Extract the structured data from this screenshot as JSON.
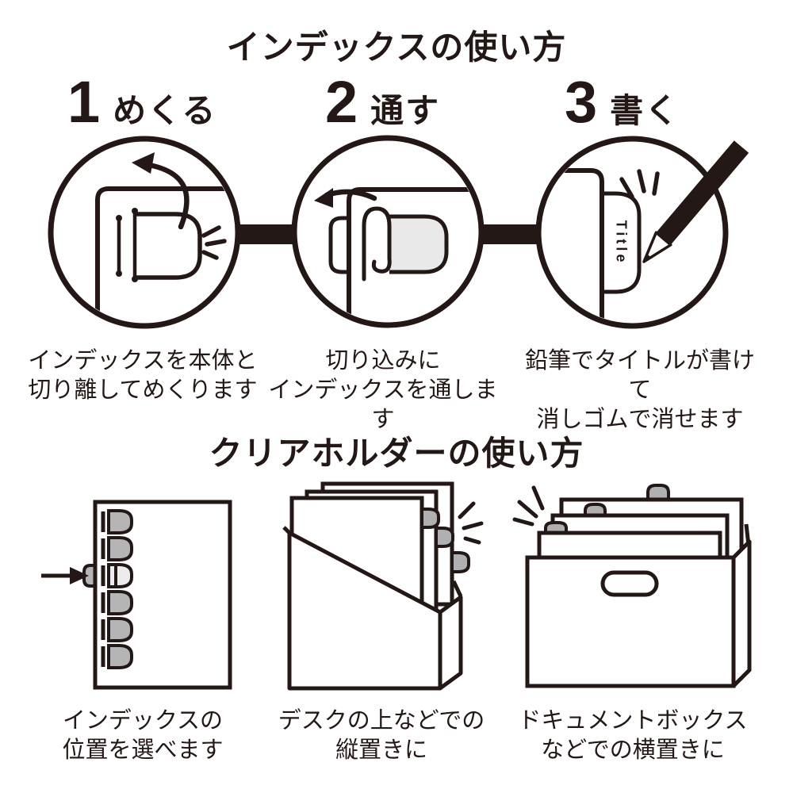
{
  "colors": {
    "ink": "#231815",
    "tab_gray": "#b5b5b6",
    "tab_light": "#e9e9ea"
  },
  "section_index": {
    "title": "インデックスの使い方",
    "steps": [
      {
        "number": "1",
        "label": "めくる",
        "caption_line1": "インデックスを本体と",
        "caption_line2": "切り離してめくります"
      },
      {
        "number": "2",
        "label": "通す",
        "caption_line1": "切り込みに",
        "caption_line2": "インデックスを通します"
      },
      {
        "number": "3",
        "label": "書く",
        "caption_line1": "鉛筆でタイトルが書けて",
        "caption_line2": "消しゴムで消せます",
        "tab_text": "Title"
      }
    ]
  },
  "section_holder": {
    "title": "クリアホルダーの使い方",
    "items": [
      {
        "caption_line1": "インデックスの",
        "caption_line2": "位置を選べます"
      },
      {
        "caption_line1": "デスクの上などでの",
        "caption_line2": "縦置きに"
      },
      {
        "caption_line1": "ドキュメントボックス",
        "caption_line2": "などでの横置きに"
      }
    ]
  }
}
